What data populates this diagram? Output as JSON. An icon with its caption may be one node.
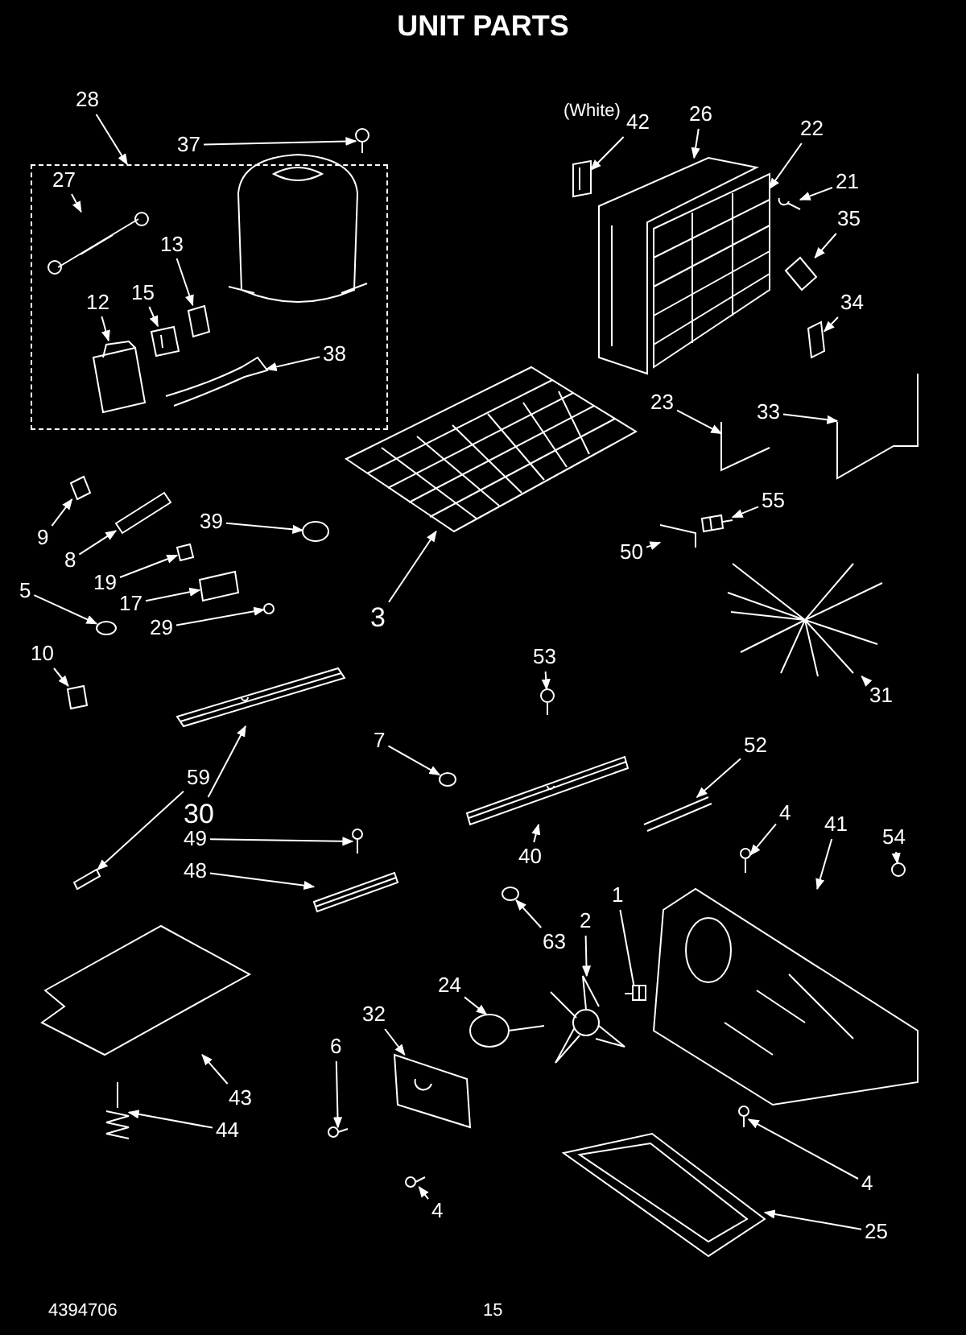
{
  "diagram": {
    "title": "UNIT PARTS",
    "nodes": [
      {
        "text": [
          "28"
        ]
      },
      {
        "text": [],
        "shape": "box"
      },
      {
        "text": [
          "37"
        ]
      },
      {
        "text": [
          "42"
        ]
      },
      {
        "text": [
          "26"
        ]
      },
      {
        "text": [
          "22"
        ]
      },
      {
        "text": [
          "21"
        ]
      },
      {
        "text": [
          "35"
        ]
      },
      {
        "text": [
          "27"
        ],
        "in": 1
      },
      {
        "text": [
          "13"
        ],
        "in": 1
      },
      {
        "text": [
          "15"
        ],
        "in": 1
      },
      {
        "text": [
          "12"
        ],
        "in": 1
      },
      {
        "text": [
          "34"
        ]
      },
      {
        "text": [
          "38"
        ],
        "in": 1
      },
      {
        "text": [
          "23"
        ]
      },
      {
        "text": [
          "33"
        ]
      },
      {
        "text": [
          "55"
        ]
      },
      {
        "text": [
          "50"
        ]
      },
      {
        "text": [
          "9"
        ]
      },
      {
        "text": [
          "39"
        ]
      },
      {
        "text": [
          "8"
        ]
      },
      {
        "text": [
          "3"
        ]
      },
      {
        "text": [
          "19"
        ]
      },
      {
        "text": [
          "17"
        ]
      },
      {
        "text": [
          "29"
        ]
      },
      {
        "text": [
          "5"
        ]
      },
      {
        "text": [
          "31"
        ]
      },
      {
        "text": [
          "10"
        ]
      },
      {
        "text": [
          "53"
        ]
      },
      {
        "text": [
          "7"
        ]
      },
      {
        "text": [
          "52"
        ]
      },
      {
        "text": [
          "59"
        ]
      },
      {
        "text": [
          "30"
        ]
      },
      {
        "text": [
          "40"
        ]
      },
      {
        "text": [
          "49"
        ]
      },
      {
        "text": [
          "4"
        ]
      },
      {
        "text": [
          "41"
        ]
      },
      {
        "text": [
          "54"
        ]
      },
      {
        "text": [
          "48"
        ]
      },
      {
        "text": [
          "63"
        ]
      },
      {
        "text": [
          "2"
        ]
      },
      {
        "text": [
          "1"
        ]
      },
      {
        "text": [
          "24"
        ]
      },
      {
        "text": [
          "32"
        ]
      },
      {
        "text": [
          "6"
        ]
      },
      {
        "text": [
          "43"
        ]
      },
      {
        "text": [
          "44"
        ]
      },
      {
        "text": [
          "4"
        ]
      },
      {
        "text": [
          "4"
        ]
      },
      {
        "text": [
          "25"
        ]
      },
      {
        "text": [],
        "shape": "picture"
      },
      {
        "text": [],
        "shape": "picture"
      },
      {
        "text": [],
        "shape": "picture"
      },
      {
        "text": [],
        "shape": "picture"
      },
      {
        "text": [],
        "shape": "picture"
      },
      {
        "text": [],
        "shape": "picture"
      },
      {
        "text": [],
        "shape": "picture",
        "in": 1
      },
      {
        "text": [],
        "shape": "picture",
        "in": 1
      },
      {
        "text": [],
        "shape": "picture",
        "in": 1
      },
      {
        "text": [],
        "shape": "picture",
        "in": 1
      },
      {
        "text": [],
        "shape": "picture"
      },
      {
        "text": [],
        "shape": "picture",
        "in": 1
      },
      {
        "text": [],
        "shape": "picture"
      },
      {
        "text": [],
        "shape": "picture"
      },
      {
        "text": [],
        "shape": "picture"
      },
      {
        "text": [],
        "shape": "picture"
      },
      {
        "text": [],
        "shape": "picture"
      },
      {
        "text": [],
        "shape": "picture"
      },
      {
        "text": [],
        "shape": "picture"
      },
      {
        "text": [],
        "shape": "picture"
      },
      {
        "text": [],
        "shape": "picture"
      },
      {
        "text": [],
        "shape": "picture"
      },
      {
        "text": [],
        "shape": "picture"
      },
      {
        "text": [],
        "shape": "picture"
      },
      {
        "text": [],
        "shape": "picture"
      },
      {
        "text": [],
        "shape": "picture"
      },
      {
        "text": [],
        "shape": "picture"
      },
      {
        "text": [],
        "shape": "picture"
      },
      {
        "text": [],
        "shape": "picture"
      },
      {
        "text": [],
        "shape": "picture"
      },
      {
        "text": [],
        "shape": "picture"
      },
      {
        "text": [],
        "shape": "picture"
      },
      {
        "text": [],
        "shape": "picture"
      },
      {
        "text": [],
        "shape": "picture"
      },
      {
        "text": [],
        "shape": "picture"
      },
      {
        "text": [],
        "shape": "picture"
      },
      {
        "text": [],
        "shape": "picture"
      },
      {
        "text": [],
        "shape": "picture"
      },
      {
        "text": [],
        "shape": "picture"
      },
      {
        "text": [],
        "shape": "picture"
      },
      {
        "text": [],
        "shape": "picture"
      },
      {
        "text": [],
        "shape": "picture"
      },
      {
        "text": [],
        "shape": "picture"
      },
      {
        "text": [],
        "shape": "picture"
      },
      {
        "text": [],
        "shape": "picture"
      },
      {
        "text": [],
        "shape": "picture"
      },
      {
        "text": [],
        "shape": "picture"
      },
      {
        "text": [],
        "shape": "picture"
      }
    ],
    "edges": [
      {
        "from": 0,
        "to": 1,
        "arrow": "to"
      },
      {
        "from": 2,
        "to": 50,
        "arrow": "to"
      },
      {
        "from": 3,
        "to": 51,
        "arrow": "to"
      },
      {
        "from": 4,
        "to": 52,
        "arrow": "to"
      },
      {
        "from": 5,
        "to": 53,
        "arrow": "to"
      },
      {
        "from": 6,
        "to": 54,
        "arrow": "to"
      },
      {
        "from": 7,
        "to": 55,
        "arrow": "to"
      },
      {
        "from": 8,
        "to": 56,
        "arrow": "to"
      },
      {
        "from": 9,
        "to": 57,
        "arrow": "to"
      },
      {
        "from": 10,
        "to": 58,
        "arrow": "to"
      },
      {
        "from": 11,
        "to": 59,
        "arrow": "to"
      },
      {
        "from": 12,
        "to": 60,
        "arrow": "to"
      },
      {
        "from": 13,
        "to": 61,
        "arrow": "to"
      },
      {
        "from": 14,
        "to": 62,
        "arrow": "to"
      },
      {
        "from": 15,
        "to": 63,
        "arrow": "to"
      },
      {
        "from": 16,
        "to": 64,
        "arrow": "to"
      },
      {
        "from": 17,
        "to": 65,
        "arrow": "to"
      },
      {
        "from": 18,
        "to": 66,
        "arrow": "to"
      },
      {
        "from": 19,
        "to": 67,
        "arrow": "to"
      },
      {
        "from": 20,
        "to": 68,
        "arrow": "to"
      },
      {
        "from": 21,
        "to": 69,
        "arrow": "to"
      },
      {
        "from": 22,
        "to": 70,
        "arrow": "to"
      },
      {
        "from": 23,
        "to": 71,
        "arrow": "to"
      },
      {
        "from": 24,
        "to": 72,
        "arrow": "to"
      },
      {
        "from": 25,
        "to": 73,
        "arrow": "to"
      },
      {
        "from": 26,
        "to": 74,
        "arrow": "to"
      },
      {
        "from": 27,
        "to": 75,
        "arrow": "to"
      },
      {
        "from": 28,
        "to": 76,
        "arrow": "to"
      },
      {
        "from": 29,
        "to": 77,
        "arrow": "to"
      },
      {
        "from": 30,
        "to": 78,
        "arrow": "to"
      },
      {
        "from": 31,
        "to": 79,
        "arrow": "to"
      },
      {
        "from": 32,
        "to": 80,
        "arrow": "to"
      },
      {
        "from": 33,
        "to": 81,
        "arrow": "to"
      },
      {
        "from": 34,
        "to": 82,
        "arrow": "to"
      },
      {
        "from": 35,
        "to": 83,
        "arrow": "to"
      },
      {
        "from": 36,
        "to": 84,
        "arrow": "to"
      },
      {
        "from": 37,
        "to": 85,
        "arrow": "to"
      },
      {
        "from": 38,
        "to": 86,
        "arrow": "to"
      },
      {
        "from": 39,
        "to": 87,
        "arrow": "to"
      },
      {
        "from": 40,
        "to": 88,
        "arrow": "to"
      },
      {
        "from": 41,
        "to": 89,
        "arrow": "none"
      },
      {
        "from": 42,
        "to": 90,
        "arrow": "to"
      },
      {
        "from": 43,
        "to": 91,
        "arrow": "to"
      },
      {
        "from": 44,
        "to": 92,
        "arrow": "to"
      },
      {
        "from": 45,
        "to": 93,
        "arrow": "to"
      },
      {
        "from": 46,
        "to": 94,
        "arrow": "to"
      },
      {
        "from": 47,
        "to": 95,
        "arrow": "to"
      },
      {
        "from": 48,
        "to": 96,
        "arrow": "to"
      },
      {
        "from": 49,
        "to": 97,
        "arrow": "to"
      }
    ],
    "labels": [
      "(White)",
      "4394706",
      "15"
    ]
  }
}
